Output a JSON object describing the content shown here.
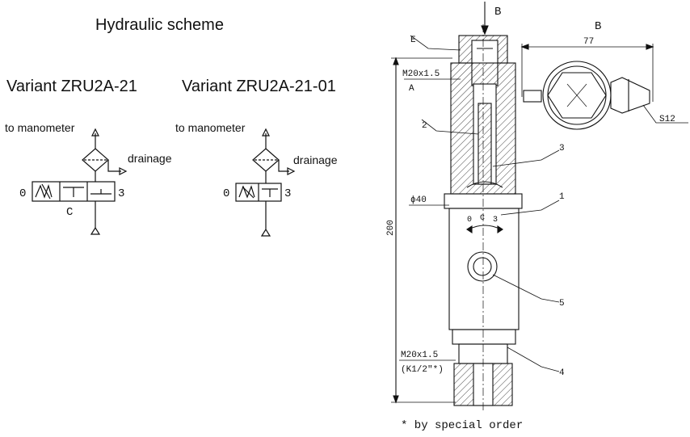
{
  "title": "Hydraulic scheme",
  "variants": [
    {
      "name": "Variant ZRU2A-21",
      "to_manometer": "to manometer",
      "drainage": "drainage",
      "port_left": "0",
      "port_right": "3",
      "port_bottom": "C"
    },
    {
      "name": "Variant ZRU2A-21-01",
      "to_manometer": "to manometer",
      "drainage": "drainage",
      "port_left": "0",
      "port_right": "3"
    }
  ],
  "drawing": {
    "view_arrow": "B",
    "view_label": "B",
    "callout_e": "E",
    "thread_top": "M20x1.5",
    "section_a": "A",
    "callouts": [
      "1",
      "2",
      "3",
      "4",
      "5"
    ],
    "diameter": "ϕ40",
    "length": "200",
    "width_b": "77",
    "wrench": "S12",
    "thread_bottom": "M20x1.5",
    "thread_bottom_alt": "(K1/2\"*)",
    "dial": [
      "0",
      "C",
      "3"
    ],
    "footnote": "* by special order"
  }
}
